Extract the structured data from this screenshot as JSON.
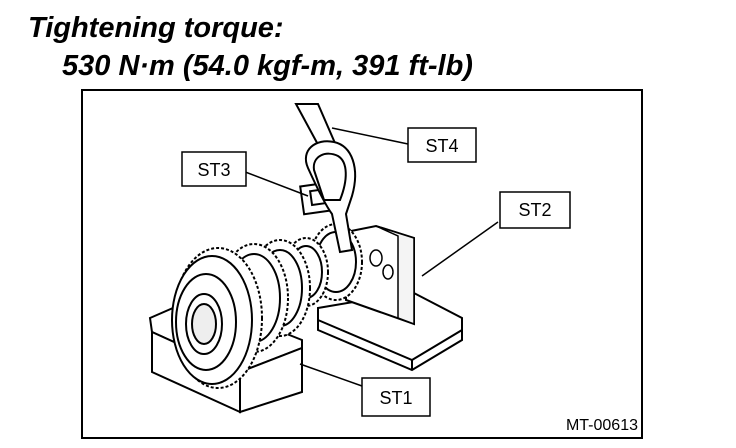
{
  "heading": {
    "line1": "Tightening torque:",
    "line2": "530 N·m (54.0 kgf-m, 391 ft-lb)"
  },
  "callouts": {
    "st1": "ST1",
    "st2": "ST2",
    "st3": "ST3",
    "st4": "ST4"
  },
  "figure_id": "MT-00613"
}
